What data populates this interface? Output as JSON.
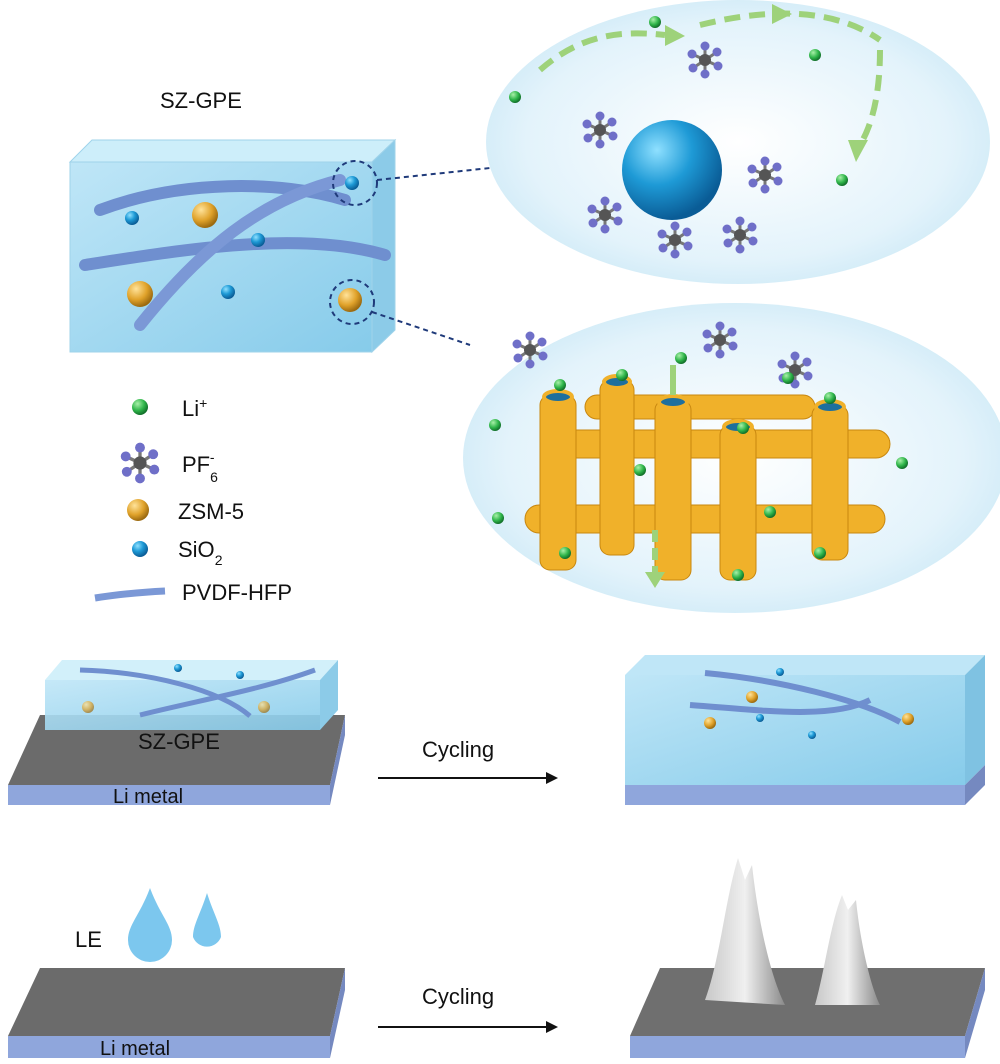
{
  "top": {
    "title": "SZ-GPE"
  },
  "legend": {
    "items": [
      {
        "label": "Li",
        "sup": "+",
        "icon": "green-sphere-icon"
      },
      {
        "label": "PF",
        "sub": "6",
        "sup": "-",
        "icon": "pf6-molecule-icon"
      },
      {
        "label": "ZSM-5",
        "icon": "orange-sphere-icon"
      },
      {
        "label": "SiO",
        "sub": "2",
        "icon": "blue-sphere-icon"
      },
      {
        "label": "PVDF-HFP",
        "icon": "fiber-icon"
      }
    ]
  },
  "middle": {
    "electrolyte_label": "SZ-GPE",
    "substrate_label": "Li metal",
    "arrow_label": "Cycling"
  },
  "bottom": {
    "electrolyte_label": "LE",
    "substrate_label": "Li metal",
    "arrow_label": "Cycling"
  },
  "colors": {
    "gel": "#a9dcf2",
    "li": "#2fb54a",
    "zsm5": "#f0b12a",
    "sio2": "#1e9ad6",
    "pvdf": "#6f8fcf",
    "li_metal_top": "#6b6b6b",
    "li_metal_side": "#8fa6dc"
  }
}
